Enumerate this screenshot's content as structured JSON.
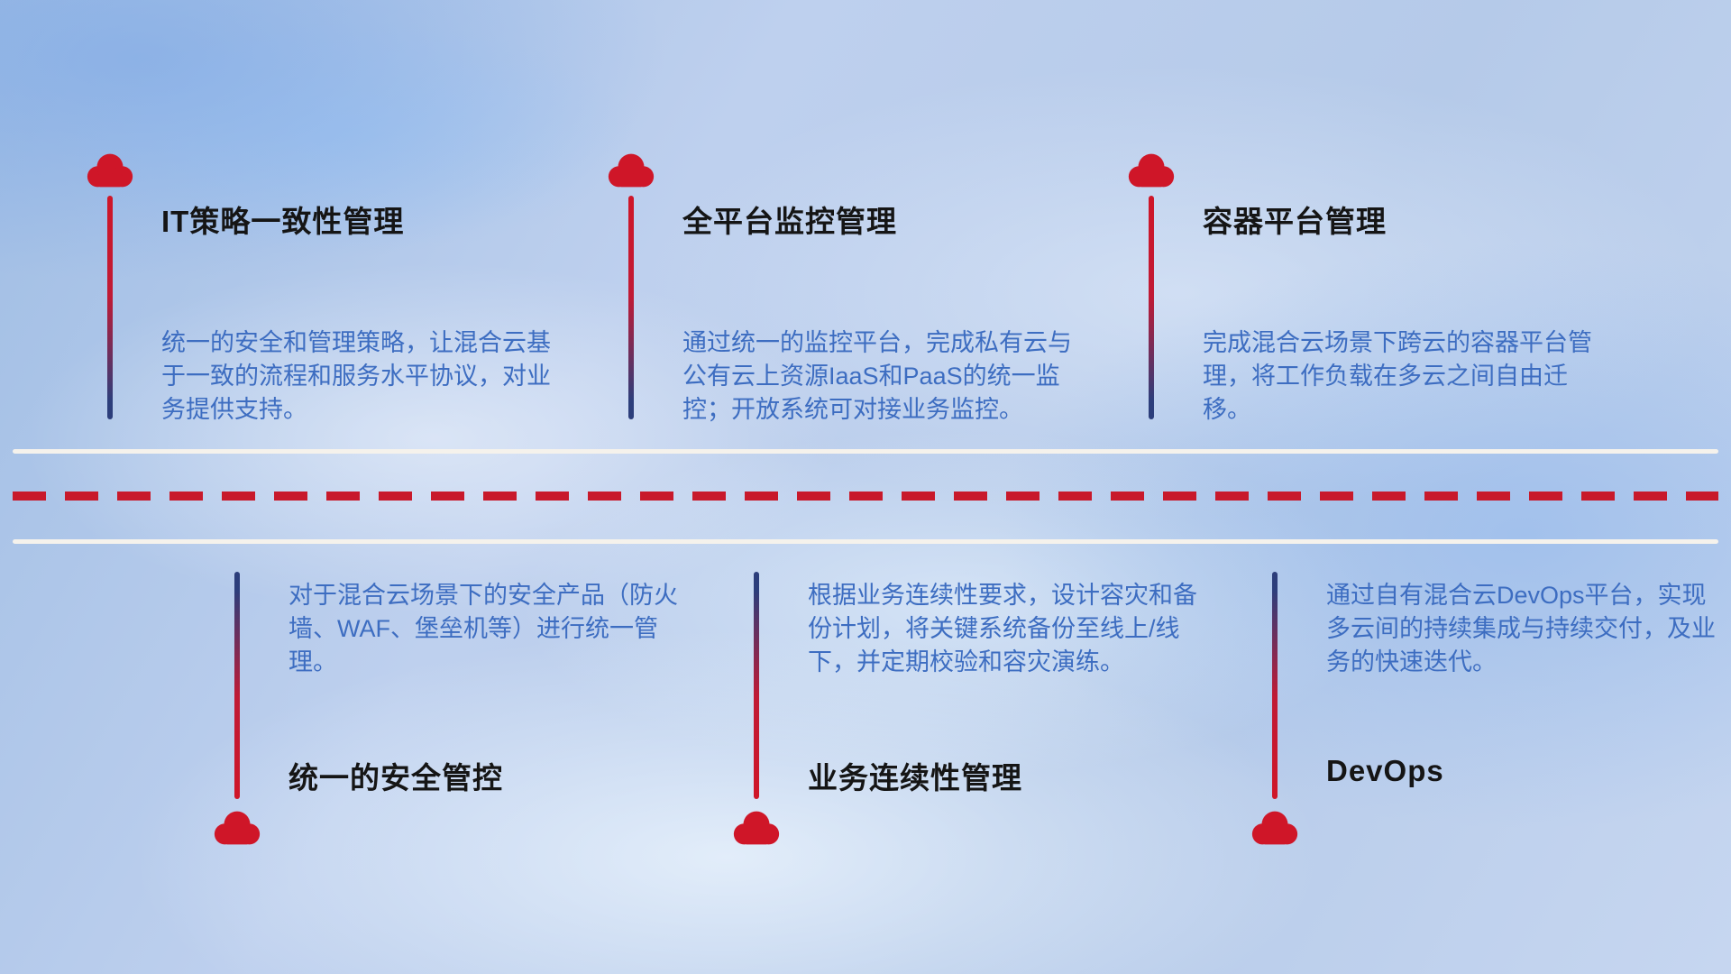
{
  "diagram": {
    "top_items": [
      {
        "title": "IT策略一致性管理",
        "description": "统一的安全和管理策略，让混合云基于一致的流程和服务水平协议，对业务提供支持。"
      },
      {
        "title": "全平台监控管理",
        "description": "通过统一的监控平台，完成私有云与公有云上资源IaaS和PaaS的统一监控；开放系统可对接业务监控。"
      },
      {
        "title": "容器平台管理",
        "description": "完成混合云场景下跨云的容器平台管理，将工作负载在多云之间自由迁移。"
      }
    ],
    "bottom_items": [
      {
        "title": "统一的安全管控",
        "description": "对于混合云场景下的安全产品（防火墙、WAF、堡垒机等）进行统一管理。"
      },
      {
        "title": "业务连续性管理",
        "description": "根据业务连续性要求，设计容灾和备份计划，将关键系统备份至线上/线下，并定期校验和容灾演练。"
      },
      {
        "title": "DevOps",
        "description": "通过自有混合云DevOps平台，实现多云间的持续集成与持续交付，及业务的快速迭代。"
      }
    ],
    "colors": {
      "cloud_red": "#cf1628",
      "dash_red": "#c8192b",
      "connector_navy": "#2c3e7b",
      "title_color": "#151515",
      "description_blue": "#3d6dc1",
      "road_line_white": "#f5f2ec"
    }
  }
}
